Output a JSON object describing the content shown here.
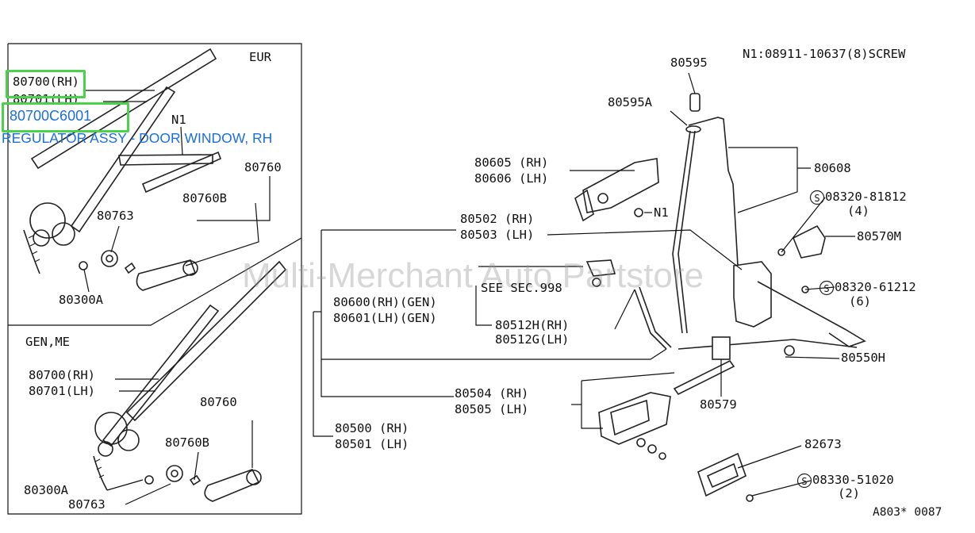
{
  "header": {
    "screw_note": "N1:08911-10637(8)SCREW",
    "drawing_code": "A803* 0087"
  },
  "watermark": "Multi-Merchant Auto Partstore",
  "highlight": {
    "part_no": "80700(RH)",
    "oem_no": "80700C6001",
    "description": "REGULATOR ASSY - DOOR WINDOW, RH"
  },
  "inset_eur": {
    "region": "EUR",
    "l_80701": "80701(LH)",
    "l_n1": "N1",
    "l_80760": "80760",
    "l_80760b": "80760B",
    "l_80763": "80763",
    "l_80300a": "80300A"
  },
  "inset_gen": {
    "region": "GEN,ME",
    "l_80700": "80700(RH)",
    "l_80701": "80701(LH)",
    "l_80760": "80760",
    "l_80760b": "80760B",
    "l_80300a": "80300A",
    "l_80763": "80763"
  },
  "main": {
    "l_80595": "80595",
    "l_80595a": "80595A",
    "l_80605": "80605 (RH)",
    "l_80606": "80606 (LH)",
    "l_n1": "N1",
    "l_80608": "80608",
    "l_s81812a": "08320-81812",
    "l_s81812b": "(4)",
    "l_80570m": "80570M",
    "l_80502": "80502 (RH)",
    "l_80503": "80503 (LH)",
    "l_see": "SEE SEC.998",
    "l_s61212a": "08320-61212",
    "l_s61212b": "(6)",
    "l_80600": "80600(RH)(GEN)",
    "l_80601": "80601(LH)(GEN)",
    "l_80512h": "80512H(RH)",
    "l_80512g": "80512G(LH)",
    "l_80550h": "80550H",
    "l_80504": "80504 (RH)",
    "l_80505": "80505 (LH)",
    "l_80579": "80579",
    "l_80500": "80500 (RH)",
    "l_80501": "80501 (LH)",
    "l_82673": "82673",
    "l_s51020a": "08330-51020",
    "l_s51020b": "(2)"
  }
}
